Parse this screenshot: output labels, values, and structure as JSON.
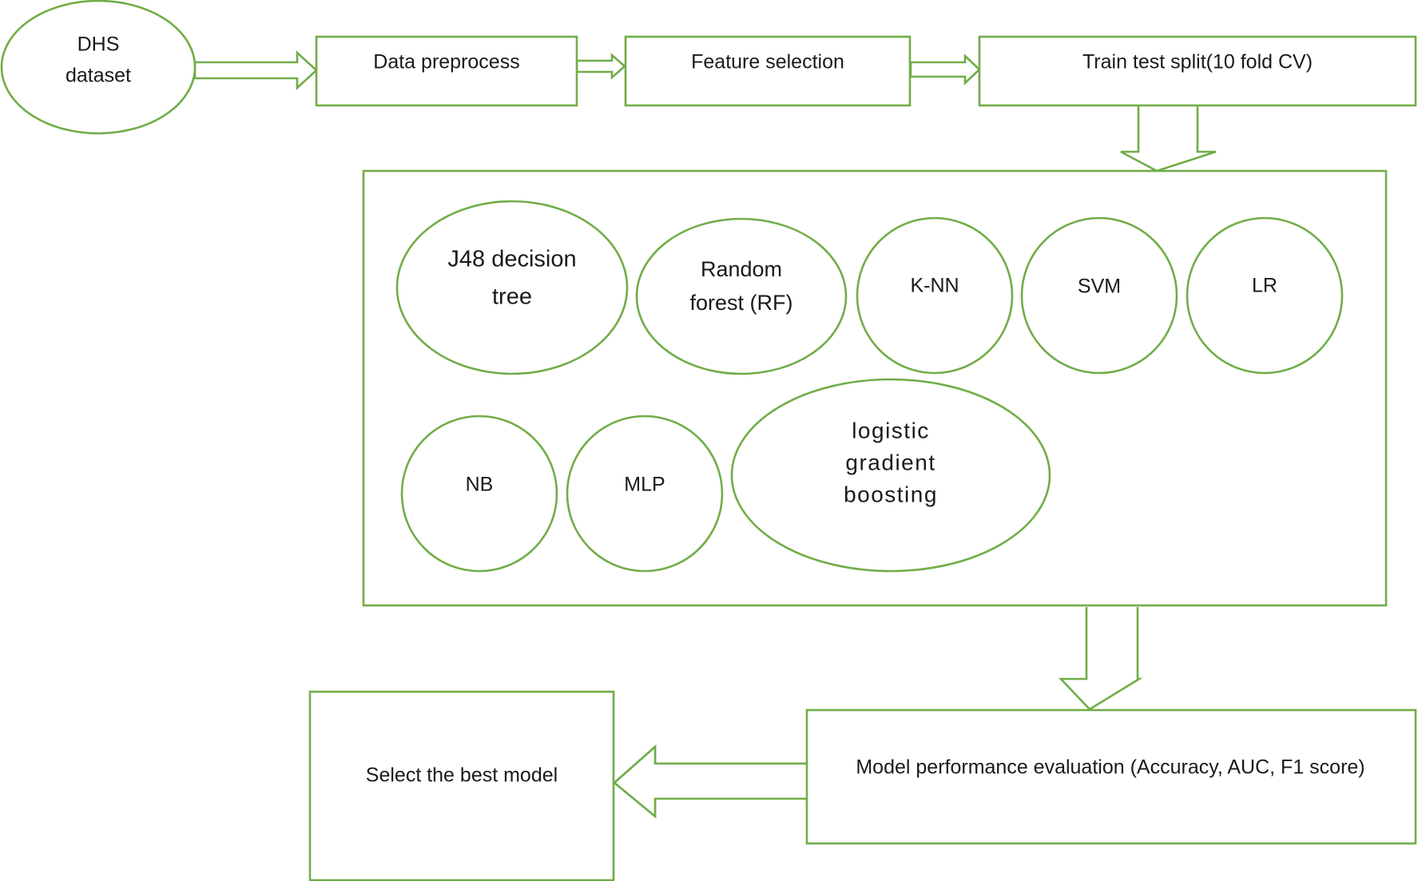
{
  "diagram": {
    "nodes": {
      "dhs": {
        "line1": "DHS",
        "line2": "dataset"
      },
      "preprocess": {
        "label": "Data preprocess"
      },
      "feature": {
        "label": "Feature selection"
      },
      "split": {
        "label": "Train test split(10 fold CV)"
      },
      "models": {
        "j48": {
          "line1": "J48 decision",
          "line2": "tree"
        },
        "rf": {
          "line1": "Random",
          "line2": "forest (RF)"
        },
        "knn": {
          "label": "K-NN"
        },
        "svm": {
          "label": "SVM"
        },
        "lr": {
          "label": "LR"
        },
        "nb": {
          "label": "NB"
        },
        "mlp": {
          "label": "MLP"
        },
        "lgb": {
          "line1": "logistic",
          "line2": "gradient",
          "line3": "boosting"
        }
      },
      "evaluation": {
        "label": "Model performance evaluation (Accuracy, AUC, F1 score)"
      },
      "best": {
        "label": "Select the best model"
      }
    },
    "edges": [
      {
        "from": "dhs",
        "to": "preprocess"
      },
      {
        "from": "preprocess",
        "to": "feature"
      },
      {
        "from": "feature",
        "to": "split"
      },
      {
        "from": "split",
        "to": "models"
      },
      {
        "from": "models",
        "to": "evaluation"
      },
      {
        "from": "evaluation",
        "to": "best"
      }
    ]
  }
}
